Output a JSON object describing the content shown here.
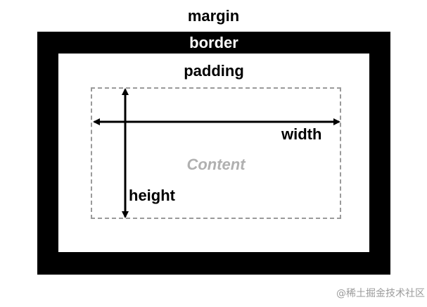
{
  "diagram": {
    "labels": {
      "margin": "margin",
      "border": "border",
      "padding": "padding",
      "content": "Content",
      "width": "width",
      "height": "height"
    },
    "colors": {
      "border_fill": "#000000",
      "padding_fill": "#ffffff",
      "content_dash": "#9a9a9a",
      "content_text": "#b0b0b0",
      "arrow": "#000000"
    }
  },
  "watermark": {
    "text": "@稀土掘金技术社区"
  }
}
